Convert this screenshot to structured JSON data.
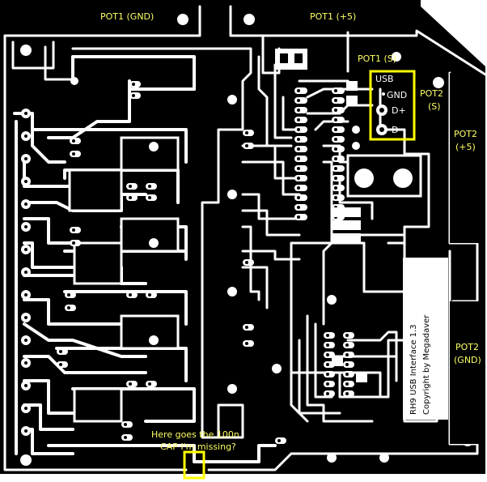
{
  "labels": {
    "pot1_gnd": "POT1 (GND)",
    "pot1_plus5": "POT1 (+5)",
    "pot1_s": "POT1 (S)",
    "pot2_s_line1": "POT2",
    "pot2_s_line2": "(S)",
    "pot2_plus5_line1": "POT2",
    "pot2_plus5_line2": "(+5)",
    "pot2_gnd_line1": "POT2",
    "pot2_gnd_line2": "(GND)",
    "usb": "USB",
    "usb_gnd": "GND",
    "usb_dplus": "D+",
    "usb_dminus": "D-",
    "note_line1": "Here goes the 100n",
    "note_line2": "CAP I'm missing?"
  },
  "credit": {
    "line1": "Copyright by Megadaver",
    "line2": "RH9 USB Interface 1.3"
  },
  "colors": {
    "copper": "#000000",
    "board": "#ffffff",
    "annotation": "#ffff00",
    "annotation_text": "#ffff66"
  }
}
